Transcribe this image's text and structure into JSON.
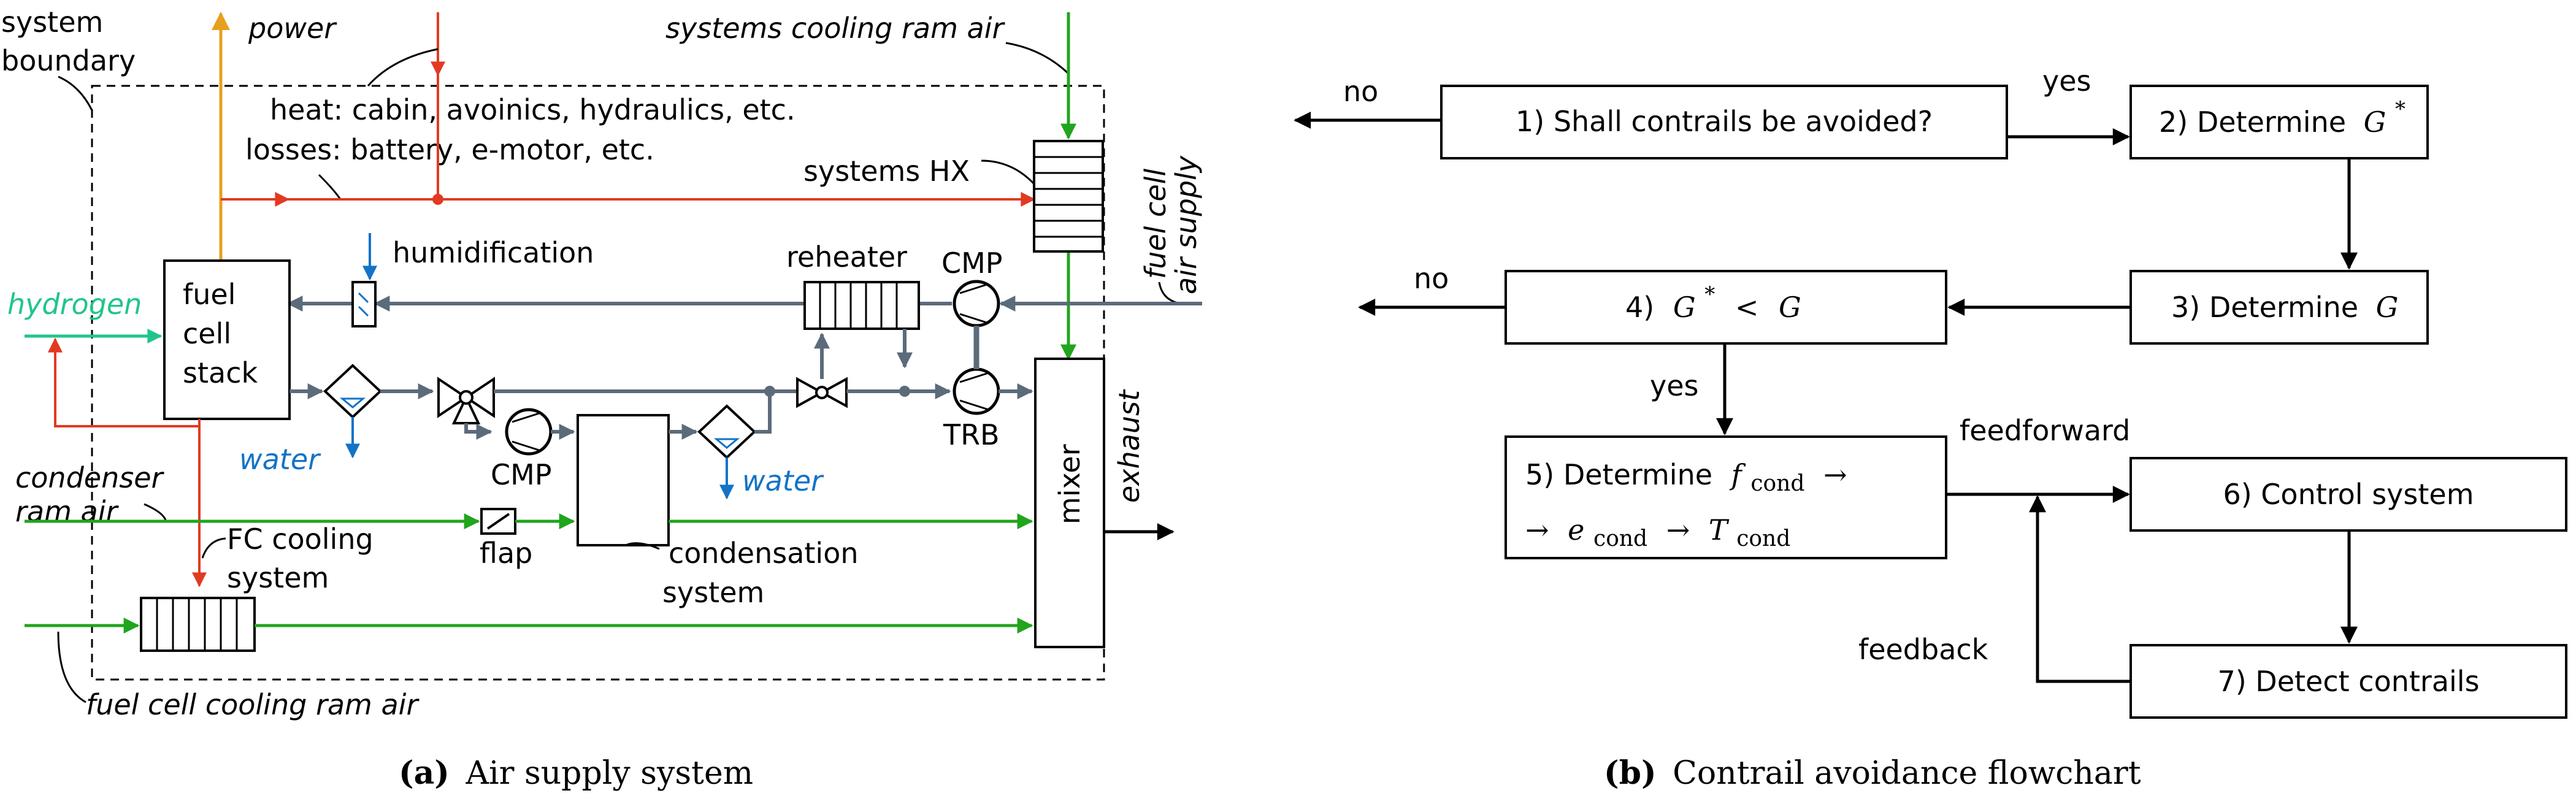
{
  "colors": {
    "hydrogen": "#21c58a",
    "heat": "#e23a22",
    "ram_air": "#21a51d",
    "process_air": "#5c6b7a",
    "water": "#1273c7",
    "power": "#e6a01c"
  },
  "panel_a": {
    "caption_letter": "(a)",
    "caption_text": "Air supply system",
    "labels": {
      "system_boundary_1": "system",
      "system_boundary_2": "boundary",
      "power": "power",
      "systems_cooling_ram_air": "systems cooling ram air",
      "heat_line": "heat: cabin, avoinics, hydraulics, etc.",
      "losses_line": "losses: battery, e-motor, etc.",
      "systems_hx": "systems HX",
      "fuel_cell_air_supply_1": "fuel cell",
      "fuel_cell_air_supply_2": "air supply",
      "humidification": "humidification",
      "reheater": "reheater",
      "cmp_top": "CMP",
      "hydrogen": "hydrogen",
      "stack_1": "fuel",
      "stack_2": "cell",
      "stack_3": "stack",
      "water_1": "water",
      "cmp_bottom": "CMP",
      "water_2": "water",
      "trb": "TRB",
      "condenser_ram_air_1": "condenser",
      "condenser_ram_air_2": "ram air",
      "flap": "flap",
      "condensation_1": "condensation",
      "condensation_2": "system",
      "mixer": "mixer",
      "exhaust": "exhaust",
      "fc_cooling_1": "FC cooling",
      "fc_cooling_2": "system",
      "fuel_cell_cooling_ram_air": "fuel cell cooling ram air"
    }
  },
  "panel_b": {
    "caption_letter": "(b)",
    "caption_text": "Contrail avoidance flowchart",
    "steps": {
      "s1": "1) Shall contrails be avoided?",
      "s2_text": "2) Determine",
      "s2_var": "G",
      "s2_sup": "*",
      "s3_text": "3) Determine",
      "s3_var": "G",
      "s4_prefix": "4)",
      "s4_var1": "G",
      "s4_sup": "*",
      "s4_op": "<",
      "s4_var2": "G",
      "s5_line1_text": "5) Determine",
      "s5_f": "f",
      "s5_sub": "cond",
      "s5_arrow": "→",
      "s5_e": "e",
      "s5_T": "T",
      "s6": "6) Control system",
      "s7": "7) Detect contrails"
    },
    "edges": {
      "no_1": "no",
      "yes_1": "yes",
      "no_2": "no",
      "yes_2": "yes",
      "feedforward": "feedforward",
      "feedback": "feedback"
    }
  }
}
